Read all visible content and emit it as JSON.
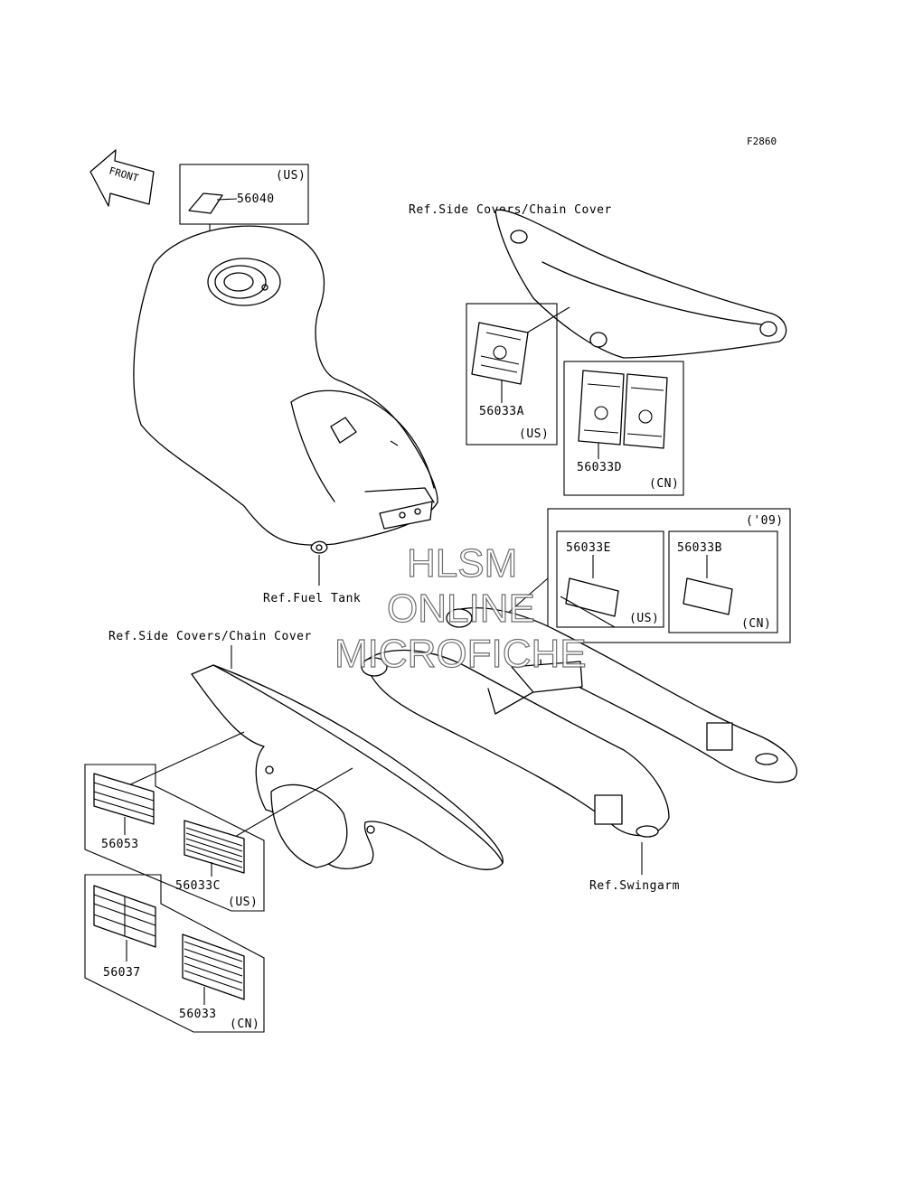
{
  "figure_code": "F2860",
  "front_arrow": {
    "label": "FRONT",
    "icon": "front-direction-arrow-icon"
  },
  "references": {
    "side_covers_top": "Ref.Side Covers/Chain Cover",
    "side_covers_left": "Ref.Side Covers/Chain Cover",
    "fuel_tank": "Ref.Fuel Tank",
    "swingarm": "Ref.Swingarm"
  },
  "parts": {
    "p56040": {
      "number": "56040",
      "market": "(US)"
    },
    "p56033A": {
      "number": "56033A",
      "market": "(US)"
    },
    "p56033D": {
      "number": "56033D",
      "market": "(CN)"
    },
    "p56033E": {
      "number": "56033E",
      "market": "(US)"
    },
    "p56033B": {
      "number": "56033B",
      "market": "(CN)"
    },
    "p56053": {
      "number": "56053"
    },
    "p56033C": {
      "number": "56033C",
      "market": "(US)"
    },
    "p56037": {
      "number": "56037"
    },
    "p56033": {
      "number": "56033",
      "market": "(CN)"
    }
  },
  "group_09": {
    "label": "('09)"
  },
  "watermark": {
    "line1": "HLSM",
    "line2": "ONLINE",
    "line3": "MICROFICHE"
  },
  "colors": {
    "ink": "#000000",
    "paper": "#ffffff",
    "watermark_outline": "#555555"
  }
}
